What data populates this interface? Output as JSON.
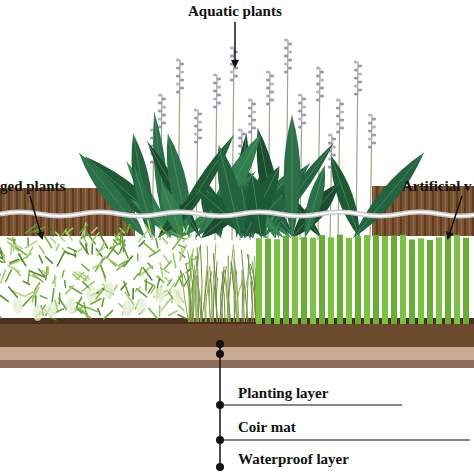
{
  "diagram": {
    "labels": [
      "Aquatic plants",
      "ged plants",
      "Artificial v",
      "Planting layer",
      "Coir mat",
      "Waterproof layer"
    ]
  }
}
